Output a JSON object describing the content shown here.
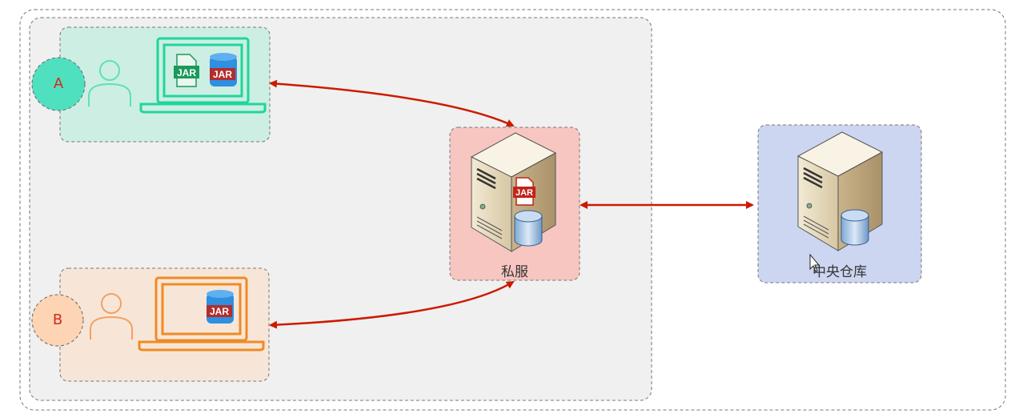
{
  "clients": [
    {
      "letter": "A",
      "jar_label": "JAR",
      "db_jar_label": "JAR"
    },
    {
      "letter": "B",
      "db_jar_label": "JAR"
    }
  ],
  "private_server": {
    "label": "私服",
    "jar_label": "JAR"
  },
  "central_repo": {
    "label": "中央仓库"
  },
  "colors": {
    "arrow": "#cc1a00",
    "client_a": "#1ed69c",
    "client_b": "#f08a24",
    "private_bg": "#f7c6c0",
    "central_bg": "#cdd6f0"
  }
}
